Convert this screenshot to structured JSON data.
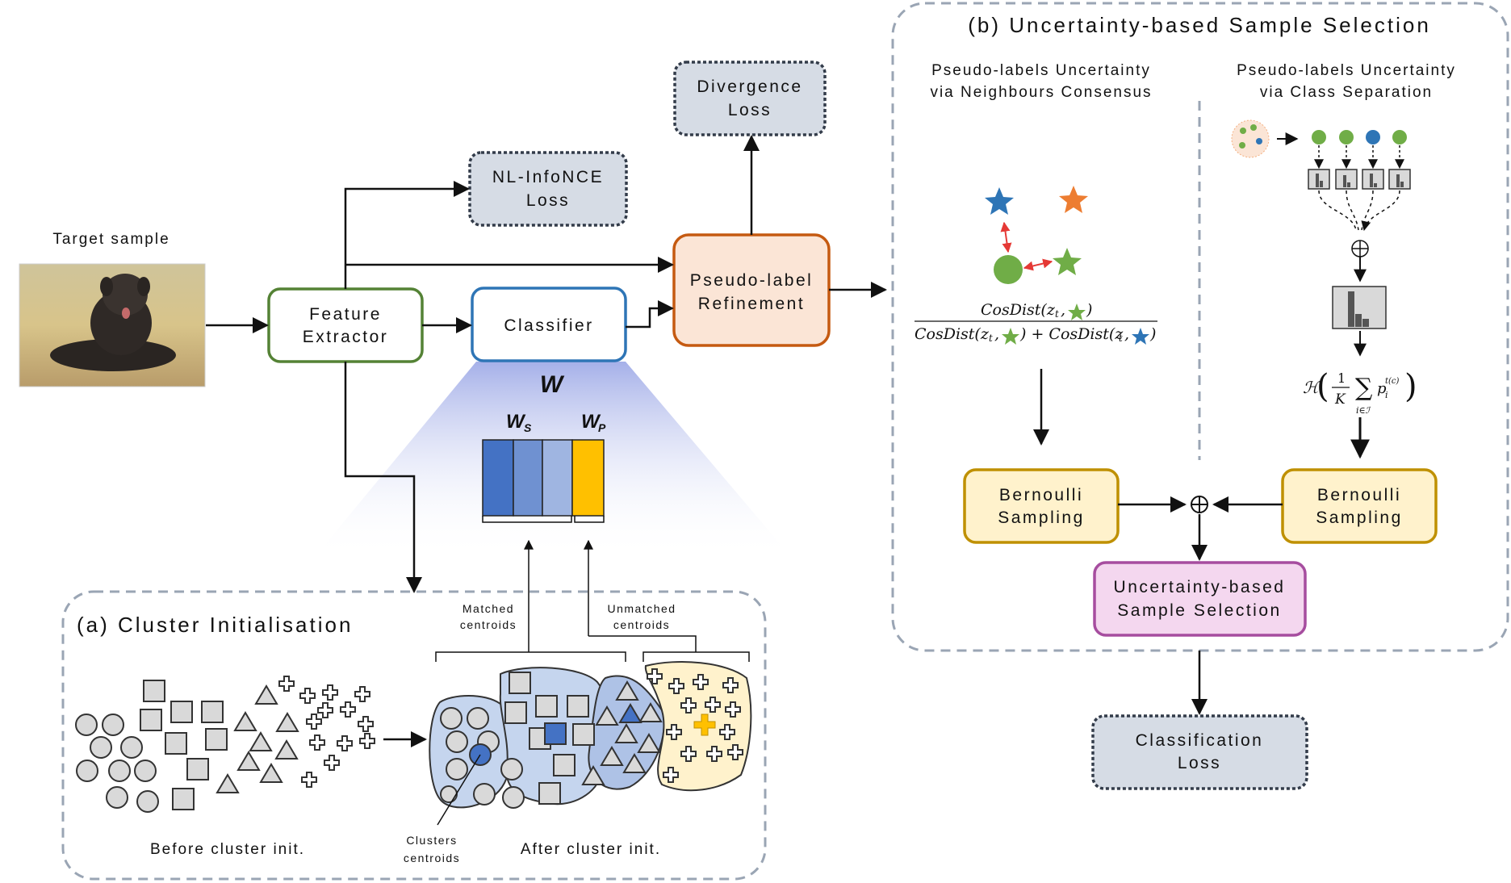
{
  "labels": {
    "target_sample": "Target sample",
    "feature_extractor": [
      "Feature",
      "Extractor"
    ],
    "classifier": "Classifier",
    "nl_infonce": [
      "NL-InfoNCE",
      "Loss"
    ],
    "divergence": [
      "Divergence",
      "Loss"
    ],
    "pseudo_label": [
      "Pseudo-label",
      "Refinement"
    ],
    "w": "W",
    "ws": "W",
    "ws_sub": "S",
    "wp": "W",
    "wp_sub": "P",
    "matched": [
      "Matched",
      "centroids"
    ],
    "unmatched": [
      "Unmatched",
      "centroids"
    ],
    "cluster_title": "(a) Cluster Initialisation",
    "before": "Before cluster init.",
    "after": "After cluster init.",
    "clusters_centroids": [
      "Clusters",
      "centroids"
    ],
    "uncertainty_title": "(b) Uncertainty-based Sample Selection",
    "neighbours": [
      "Pseudo-labels Uncertainty",
      "via Neighbours Consensus"
    ],
    "class_sep": [
      "Pseudo-labels Uncertainty",
      "via Class Separation"
    ],
    "bernoulli_left": [
      "Bernoulli",
      "Sampling"
    ],
    "bernoulli_right": [
      "Bernoulli",
      "Sampling"
    ],
    "ubss": [
      "Uncertainty-based",
      "Sample Selection"
    ],
    "classification": [
      "Classification",
      "Loss"
    ],
    "cosdist_num": "CosDist(z",
    "cosdist_den_a": "CosDist(z",
    "cosdist_den_b": ") + CosDist(z",
    "entropy": "ℋ",
    "frac_one": "1",
    "frac_k": "K",
    "sum_sub": "i∈ℐ",
    "p_i": "p"
  },
  "colors": {
    "green": "#548235",
    "blue": "#2e75b6",
    "orange": "#c55a11",
    "gold": "#bf9000",
    "magenta": "#a64d9f",
    "dashed_grey": "#9aa5b4"
  }
}
